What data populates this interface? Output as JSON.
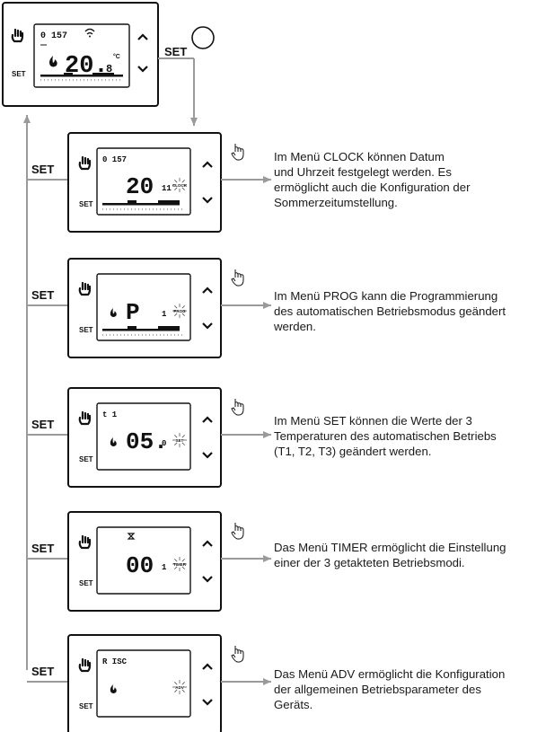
{
  "top_device": {
    "time": "0 157",
    "temp_big": "20.",
    "temp_small": "8",
    "unit": "°C",
    "key_set": "SET"
  },
  "set_arrow_label": "SET",
  "side_labels": [
    "SET",
    "SET",
    "SET",
    "SET",
    "SET"
  ],
  "panels": [
    {
      "menu": "CLOCK",
      "top_text": "0 157",
      "main_text": "20",
      "aux_text": "11",
      "icon_text": "CLOCK",
      "key_set": "SET",
      "description": [
        "Im Menü CLOCK können Datum",
        "und Uhrzeit festgelegt werden. Es",
        "ermöglicht auch die Konfiguration der",
        "Sommerzeitumstellung."
      ]
    },
    {
      "menu": "PROG",
      "top_text": "",
      "main_text": "P",
      "aux_text": "1",
      "icon_text": "PROG",
      "key_set": "SET",
      "description": [
        "Im Menü PROG kann die Programmierung",
        "des automatischen Betriebsmodus geändert",
        "werden."
      ]
    },
    {
      "menu": "SET",
      "top_text": "t 1",
      "main_text": "05.",
      "aux_text": "0",
      "icon_text": "SET",
      "key_set": "SET",
      "description": [
        "Im Menü SET können die Werte der 3",
        "Temperaturen des automatischen Betriebs",
        "(T1, T2, T3) geändert werden."
      ]
    },
    {
      "menu": "TIMER",
      "top_text": "",
      "main_text": "00",
      "aux_text": "1",
      "icon_text": "TIMER",
      "key_set": "SET",
      "description": [
        "Das Menü TIMER ermöglicht die Einstellung",
        "einer der 3 getakteten Betriebsmodi."
      ]
    },
    {
      "menu": "ADV",
      "top_text": "R ISC",
      "main_text": "",
      "aux_text": "",
      "icon_text": "ADV",
      "key_set": "SET",
      "description": [
        "Das Menü ADV ermöglicht die Konfiguration",
        "der allgemeinen Betriebsparameter des",
        "Geräts."
      ]
    }
  ]
}
